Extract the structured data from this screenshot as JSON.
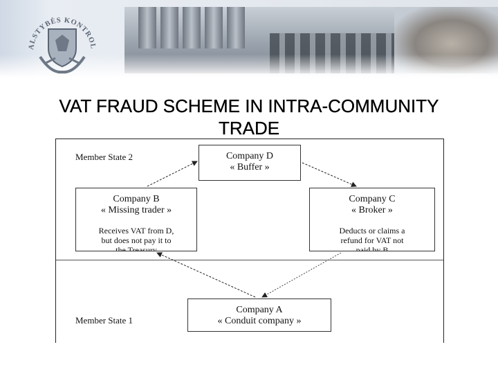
{
  "banner": {
    "logo_text": "VALSTYBĖS KONTROLĖ"
  },
  "title": {
    "line1": "VAT FRAUD SCHEME IN INTRA-COMMUNITY",
    "line2": "TRADE"
  },
  "diagram": {
    "state_top": "Member State 2",
    "state_bottom": "Member State 1",
    "company_d": {
      "name": "Company D",
      "role": "« Buffer »"
    },
    "company_b": {
      "name": "Company B",
      "role": "« Missing trader »",
      "note_line1": "Receives VAT from D,",
      "note_line2": "but does not pay it to",
      "note_line3": "the Treasury"
    },
    "company_c": {
      "name": "Company C",
      "role": "« Broker »",
      "note_line1": "Deducts or claims a",
      "note_line2": "refund for VAT not",
      "note_line3": "paid by B"
    },
    "company_a": {
      "name": "Company A",
      "role": "« Conduit company »"
    }
  }
}
